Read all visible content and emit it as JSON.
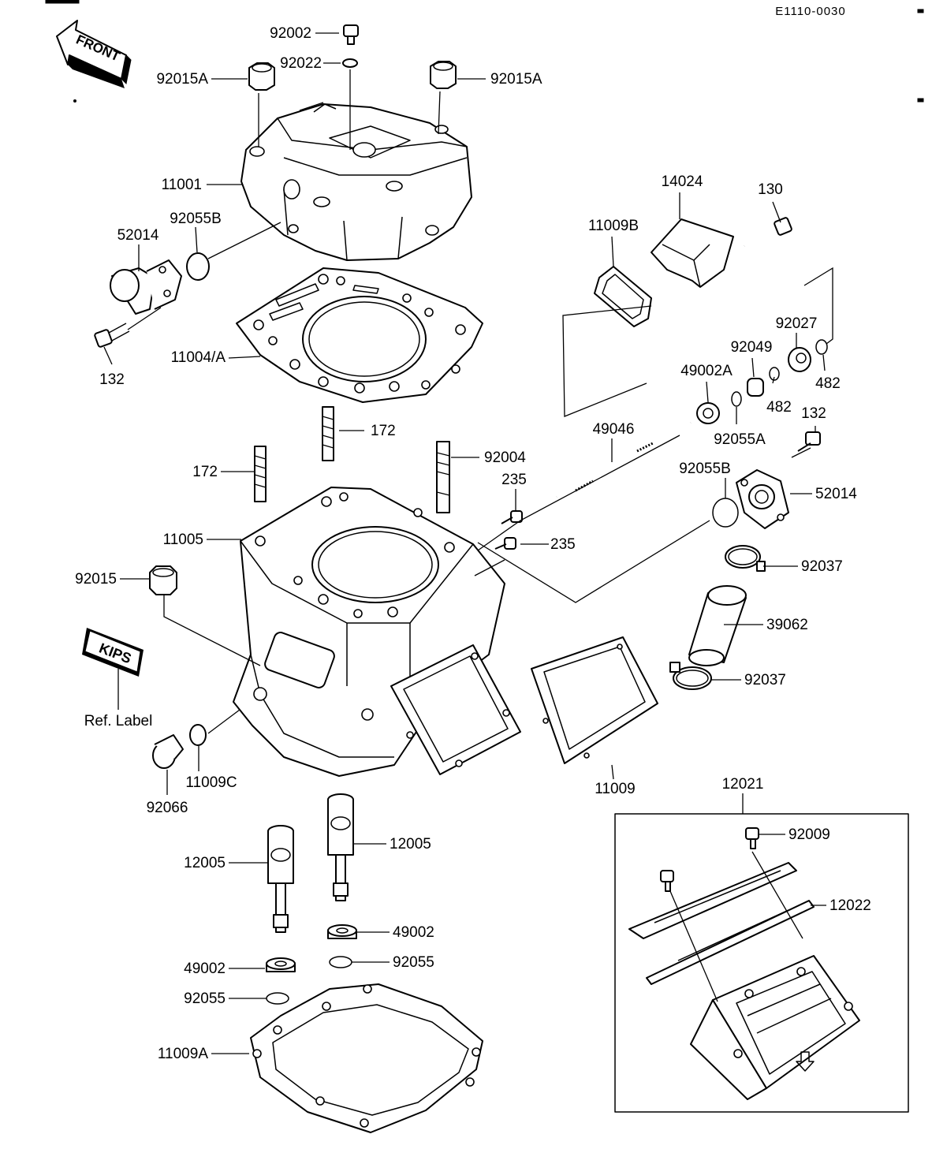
{
  "diagram": {
    "code": "E1110-0030",
    "front_sign": "FRONT",
    "kips_label": "KIPS",
    "ref_label": "Ref. Label"
  },
  "parts": [
    "92002",
    "92022",
    "92015A",
    "92015A",
    "11001",
    "92055B",
    "52014",
    "132",
    "11004/A",
    "14024",
    "130",
    "11009B",
    "92027",
    "92049",
    "49002A",
    "482",
    "482",
    "132",
    "49046",
    "92055A",
    "172",
    "172",
    "92004",
    "235",
    "235",
    "92055B",
    "52014",
    "11005",
    "92037",
    "92015",
    "39062",
    "92037",
    "11009C",
    "92066",
    "11009",
    "12021",
    "12005",
    "12005",
    "92009",
    "12022",
    "49002",
    "49002",
    "92055",
    "92055",
    "11009A"
  ]
}
